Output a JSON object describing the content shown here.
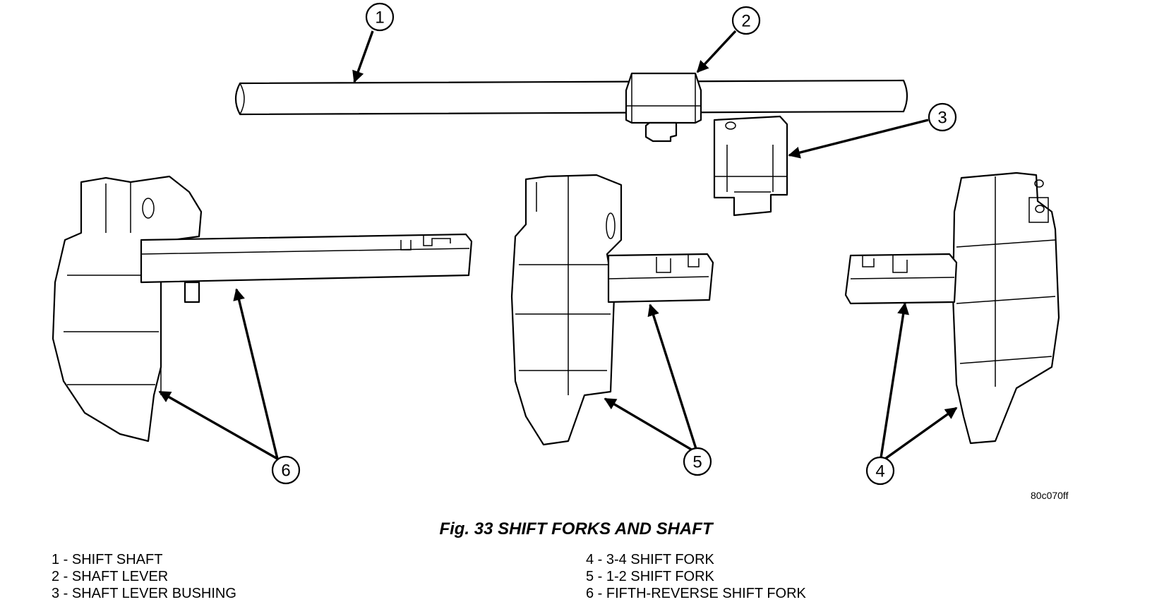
{
  "callouts": [
    "1",
    "2",
    "3",
    "4",
    "5",
    "6"
  ],
  "figure_code": "80c070ff",
  "caption": "Fig. 33 SHIFT FORKS AND SHAFT",
  "legend": {
    "left": [
      "1 - SHIFT SHAFT",
      "2 - SHAFT LEVER",
      "3 - SHAFT LEVER BUSHING"
    ],
    "right": [
      "4 - 3-4 SHIFT FORK",
      "5 - 1-2 SHIFT FORK",
      "6 - FIFTH-REVERSE SHIFT FORK"
    ]
  }
}
